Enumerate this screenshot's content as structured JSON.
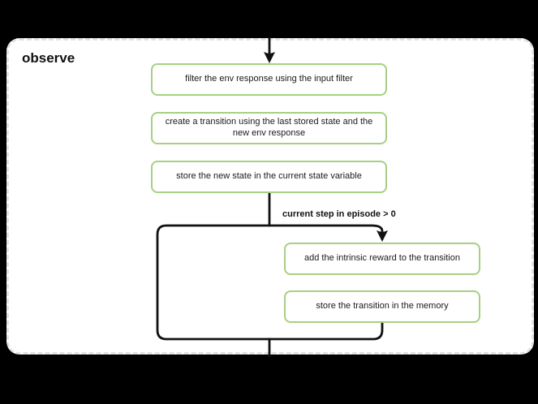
{
  "diagram": {
    "title": "observe",
    "nodes": [
      {
        "id": "filter-env-response",
        "label": "filter the env response using the input filter"
      },
      {
        "id": "create-transition",
        "label": "create a transition using the last stored state and the new env response"
      },
      {
        "id": "store-new-state",
        "label": "store the new state in the current state variable"
      },
      {
        "id": "add-intrinsic-reward",
        "label": "add the intrinsic reward to the transition"
      },
      {
        "id": "store-transition",
        "label": "store the transition in the memory"
      }
    ],
    "branch_condition": "current step in episode > 0",
    "colors": {
      "background": "#000000",
      "frame_fill": "#ffffff",
      "frame_border": "#e3e3e3",
      "node_border": "#a6d082",
      "node_fill": "#ffffff",
      "line": "#111111",
      "text": "#1a1a1a"
    }
  }
}
